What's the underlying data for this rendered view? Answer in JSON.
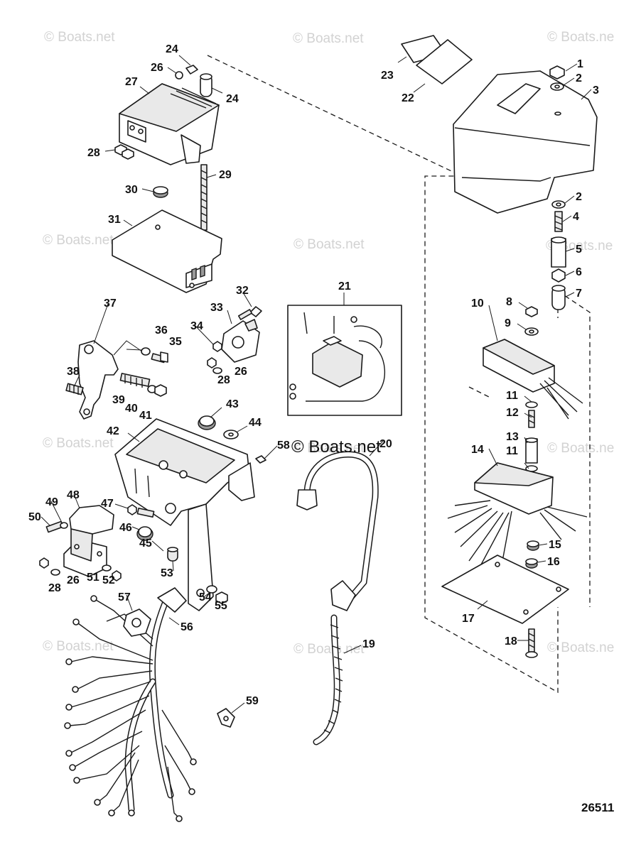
{
  "figure_number": "26511",
  "watermarks": [
    {
      "text": "© Boats.net"
    },
    {
      "text": "© Boats.net"
    },
    {
      "text": "© Boats.ne"
    },
    {
      "text": "© Boats.net"
    },
    {
      "text": "© Boats.net"
    },
    {
      "text": "© Boats.ne"
    },
    {
      "text": "© Boats.net"
    },
    {
      "text": "© Boats.net"
    },
    {
      "text": "© Boats.ne"
    },
    {
      "text": "© Boats.net"
    },
    {
      "text": "© Boats.net"
    },
    {
      "text": "© Boats.ne"
    }
  ],
  "watermark_overlay": "© Boats.net",
  "callouts": [
    "24",
    "26",
    "24",
    "27",
    "28",
    "29",
    "30",
    "31",
    "23",
    "22",
    "1",
    "2",
    "3",
    "2",
    "4",
    "5",
    "6",
    "7",
    "8",
    "9",
    "10",
    "21",
    "32",
    "33",
    "34",
    "26",
    "28",
    "37",
    "36",
    "35",
    "38",
    "39",
    "40",
    "41",
    "43",
    "44",
    "42",
    "58",
    "20",
    "11",
    "12",
    "13",
    "14",
    "11",
    "15",
    "16",
    "17",
    "18",
    "48",
    "49",
    "50",
    "47",
    "46",
    "45",
    "53",
    "51",
    "52",
    "28",
    "26",
    "54",
    "55",
    "57",
    "56",
    "19",
    "59"
  ]
}
